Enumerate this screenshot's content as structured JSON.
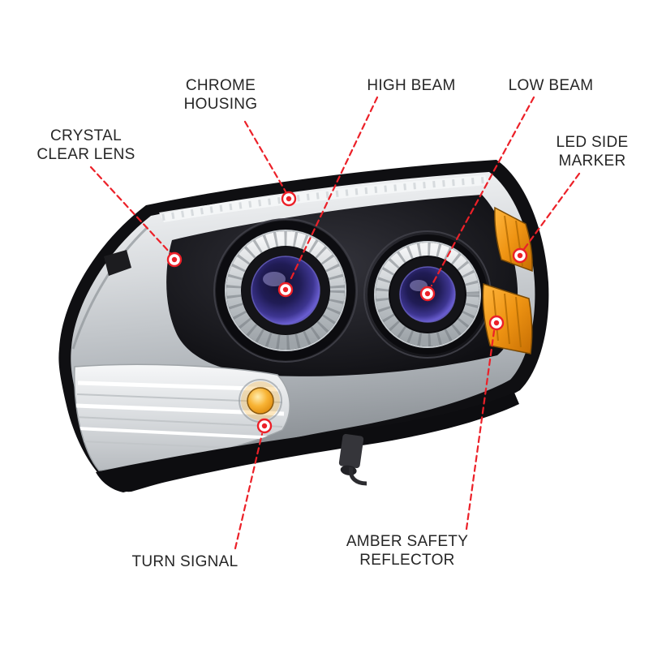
{
  "diagram": {
    "subject": "Annotated projector headlight assembly product diagram",
    "background": "#ffffff",
    "accent_color": "#ec2028",
    "text_color": "#262626",
    "amber_color": "#ef9413",
    "lens_blue_color": "#3d3590",
    "chrome_color": "#c9cdd1"
  },
  "labels": {
    "chrome_housing": {
      "text": "CHROME HOUSING",
      "lines": [
        "CHROME",
        "HOUSING"
      ]
    },
    "high_beam": {
      "text": "HIGH BEAM",
      "lines": [
        "HIGH BEAM"
      ]
    },
    "low_beam": {
      "text": "LOW BEAM",
      "lines": [
        "LOW BEAM"
      ]
    },
    "crystal_clear_lens": {
      "text": "CRYSTAL CLEAR LENS",
      "lines": [
        "CRYSTAL",
        "CLEAR LENS"
      ]
    },
    "led_side_marker": {
      "text": "LED SIDE MARKER",
      "lines": [
        "LED SIDE",
        "MARKER"
      ]
    },
    "turn_signal": {
      "text": "TURN SIGNAL",
      "lines": [
        "TURN SIGNAL"
      ]
    },
    "amber_safety_reflector": {
      "text": "AMBER SAFETY REFLECTOR",
      "lines": [
        "AMBER SAFETY",
        "REFLECTOR"
      ]
    }
  }
}
